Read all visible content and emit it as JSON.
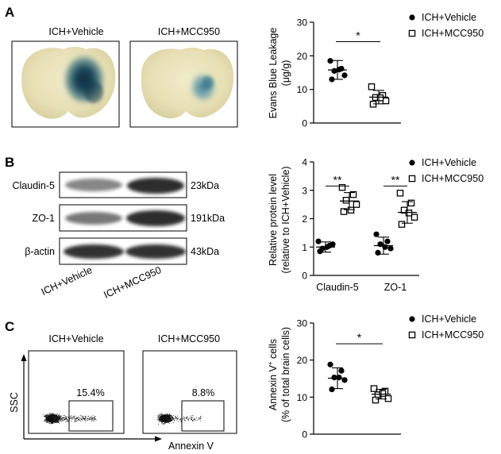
{
  "panels": {
    "A": {
      "letter": "A",
      "images": [
        {
          "label": "ICH+Vehicle"
        },
        {
          "label": "ICH+MCC950"
        }
      ]
    },
    "B": {
      "letter": "B",
      "blot_rows": [
        {
          "protein": "Claudin-5",
          "size": "23kDa"
        },
        {
          "protein": "ZO-1",
          "size": "191kDa"
        },
        {
          "protein": "β-actin",
          "size": "43kDa"
        }
      ],
      "lane_labels": [
        "ICH+Vehicle",
        "ICH+MCC950"
      ]
    },
    "C": {
      "letter": "C",
      "plots": [
        {
          "label": "ICH+Vehicle",
          "gate_percent": "15.4%"
        },
        {
          "label": "ICH+MCC950",
          "gate_percent": "8.8%"
        }
      ],
      "y_axis_label": "SSC",
      "x_axis_label": "Annexin V"
    }
  },
  "chart_data": [
    {
      "type": "scatter",
      "ylabel": "Evans  Blue  Leakage",
      "ylabel_unit": "(μg/g)",
      "ylim": [
        0,
        30
      ],
      "yticks": [
        "0",
        "10",
        "20",
        "30"
      ],
      "groups": [
        {
          "name": "ICH+Vehicle",
          "marker": "filled-circle",
          "mean": 15.8,
          "sd": 2.8,
          "values": [
            18.5,
            16.2,
            15.5,
            14.2,
            13.0,
            15.9
          ]
        },
        {
          "name": "ICH+MCC950",
          "marker": "open-square",
          "mean": 7.7,
          "sd": 2.0,
          "values": [
            10.8,
            8.2,
            7.6,
            6.6,
            5.6,
            7.5
          ]
        }
      ],
      "significance": "*",
      "legend": [
        "ICH+Vehicle",
        "ICH+MCC950"
      ],
      "legend_position": "top-right"
    },
    {
      "type": "scatter",
      "ylabel": "Relative protein level",
      "ylabel_unit": "(relative to ICH+Vehicle)",
      "ylim": [
        0,
        4
      ],
      "yticks": [
        "0",
        "1",
        "2",
        "3",
        "4"
      ],
      "categories": [
        "Claudin-5",
        "ZO-1"
      ],
      "series": [
        {
          "name": "ICH+Vehicle",
          "marker": "filled-circle",
          "means": [
            1.0,
            1.05
          ],
          "sds": [
            0.18,
            0.3
          ],
          "values": [
            [
              1.2,
              1.05,
              0.95,
              1.1,
              0.85,
              1.0
            ],
            [
              1.45,
              1.2,
              1.1,
              0.95,
              0.8,
              1.0
            ]
          ]
        },
        {
          "name": "ICH+MCC950",
          "marker": "open-square",
          "means": [
            2.62,
            2.22
          ],
          "sds": [
            0.3,
            0.38
          ],
          "values": [
            [
              3.1,
              2.85,
              2.65,
              2.5,
              2.25,
              2.3
            ],
            [
              2.9,
              2.55,
              2.3,
              2.05,
              1.8,
              2.2
            ]
          ]
        }
      ],
      "significance": [
        "**",
        "**"
      ],
      "legend": [
        "ICH+Vehicle",
        "ICH+MCC950"
      ],
      "legend_position": "top-right"
    },
    {
      "type": "scatter",
      "ylabel": "Annexin V",
      "ylabel_sup": "+",
      "ylabel_suffix": " cells",
      "ylabel_unit": "(% of total brain cells)",
      "ylim": [
        0,
        30
      ],
      "yticks": [
        "0",
        "10",
        "20",
        "30"
      ],
      "groups": [
        {
          "name": "ICH+Vehicle",
          "marker": "filled-circle",
          "mean": 15.1,
          "sd": 2.8,
          "values": [
            18.8,
            17.1,
            15.3,
            14.6,
            12.1,
            15.3
          ]
        },
        {
          "name": "ICH+MCC950",
          "marker": "open-square",
          "mean": 10.8,
          "sd": 1.3,
          "values": [
            12.3,
            11.6,
            10.6,
            9.6,
            9.2,
            11.0
          ]
        }
      ],
      "significance": "*",
      "legend": [
        "ICH+Vehicle",
        "ICH+MCC950"
      ],
      "legend_position": "top-right"
    }
  ]
}
